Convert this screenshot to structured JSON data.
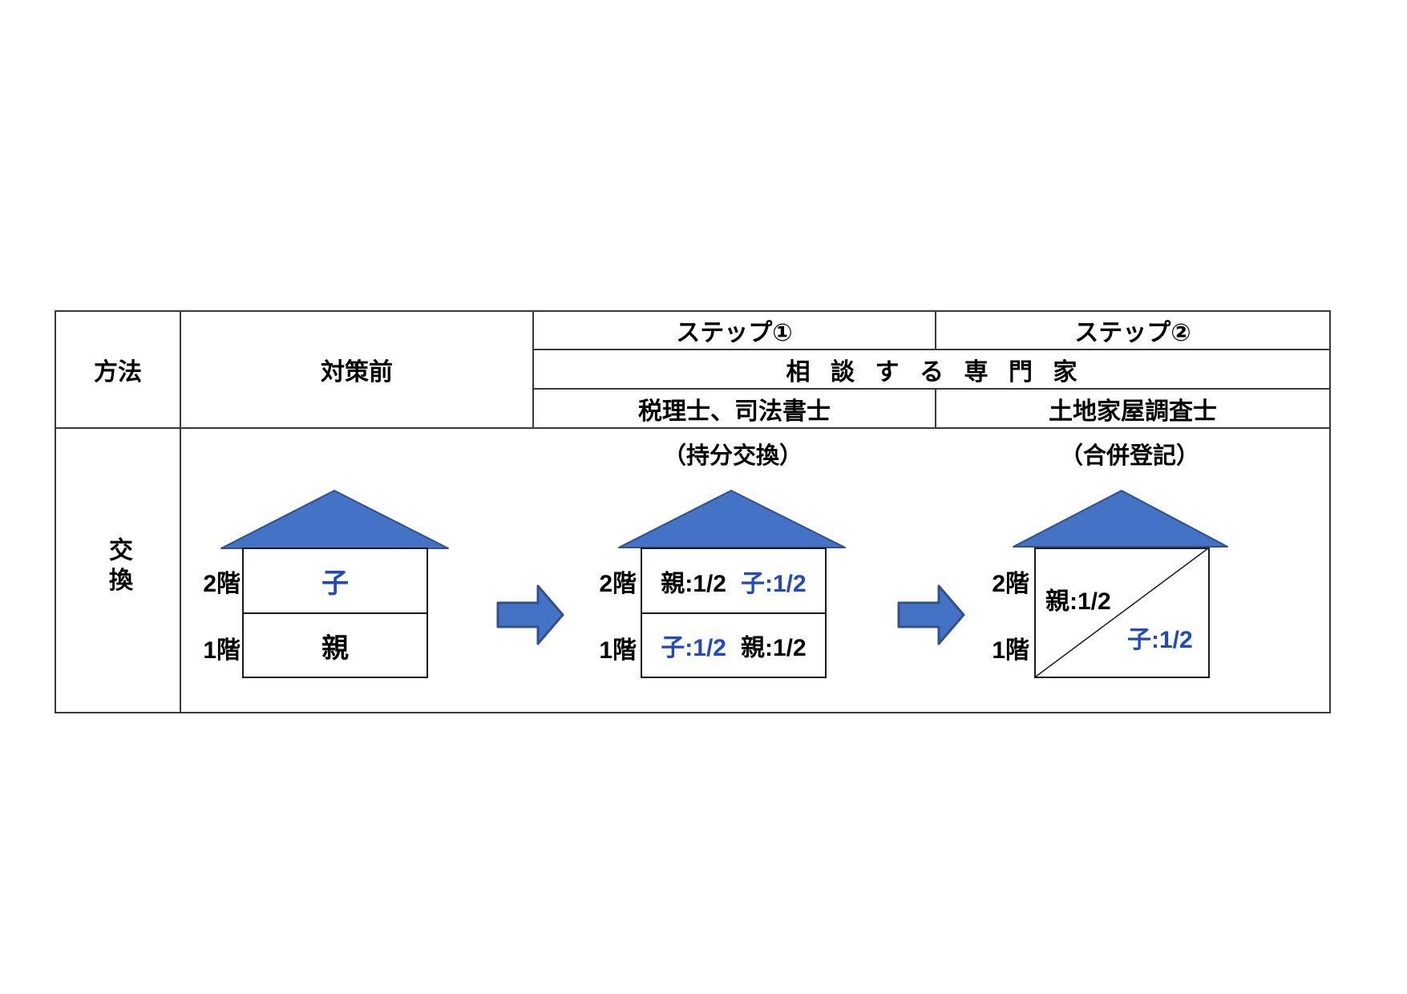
{
  "colors": {
    "accent_blue": "#4472C4",
    "shape_border": "#2F528F",
    "text_blue": "#1F49C5",
    "line_dark": "#3A3A3A",
    "house_line": "#1A1A1A",
    "text_black": "#000000"
  },
  "table": {
    "method_label": "方法",
    "before_label": "対策前",
    "step1_label": "ステップ①",
    "step2_label": "ステップ②",
    "consult_label": "相談する専門家",
    "step1_expert": "税理士、司法書士",
    "step2_expert": "土地家屋調査士",
    "row_label": "交換"
  },
  "stages": [
    {
      "floor2_label": "2階",
      "floor1_label": "1階",
      "floor2_owner": "子",
      "floor1_owner": "親"
    },
    {
      "caption": "（持分交換）",
      "floor2_label": "2階",
      "floor1_label": "1階",
      "floor2_parts": [
        {
          "text": "親:1/2"
        },
        {
          "text": "子:1/2"
        }
      ],
      "floor1_parts": [
        {
          "text": "子:1/2"
        },
        {
          "text": "親:1/2"
        }
      ]
    },
    {
      "caption": "（合併登記）",
      "floor2_label": "2階",
      "floor1_label": "1階",
      "owner_top": "親:1/2",
      "owner_bottom": "子:1/2"
    }
  ]
}
